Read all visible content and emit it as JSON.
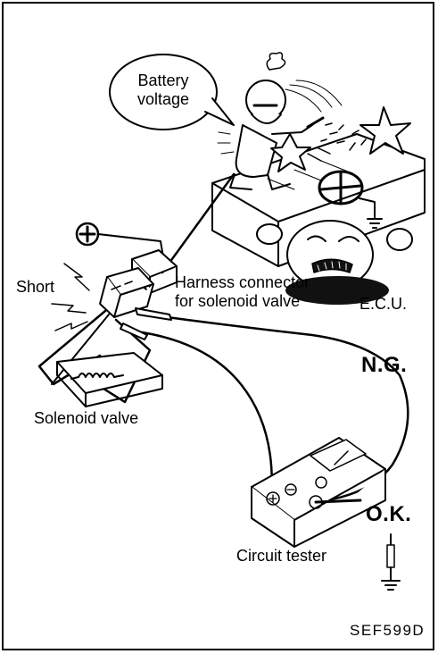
{
  "labels": {
    "battery_voltage": [
      "Battery",
      "voltage"
    ],
    "short": "Short",
    "harness_connector": [
      "Harness connector",
      "for solenoid valve"
    ],
    "ecu": "E.C.U.",
    "ng": "N.G.",
    "solenoid_valve": "Solenoid valve",
    "ok": "O.K.",
    "circuit_tester": "Circuit tester",
    "figure_code": "SEF599D"
  },
  "icons": [
    "plus-symbol-icon",
    "ground-symbol-icon",
    "coil-icon",
    "lightning-icon",
    "star-icon"
  ],
  "colors": {
    "ink": "#000000",
    "paper": "#ffffff",
    "fill_dark": "#111111"
  }
}
